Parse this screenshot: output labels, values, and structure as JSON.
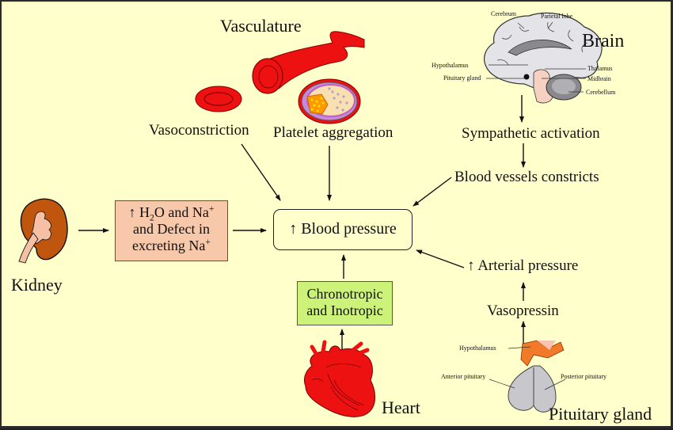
{
  "diagram": {
    "center": {
      "arrow": "↑",
      "label": "Blood pressure"
    },
    "vasculature": {
      "title": "Vasculature",
      "vasoconstriction": "Vasoconstriction",
      "platelet": "Platelet aggregation"
    },
    "brain": {
      "title": "Brain",
      "labels": {
        "cerebrum": "Cerebrum",
        "parietal": "Parietal lobe",
        "hypothalamus": "Hypothalamus",
        "pituitary": "Pituitary gland",
        "thalamus": "Thalamus",
        "midbrain": "Midbrain",
        "cerebellum": "Cerebellum"
      },
      "sympathetic": "Sympathetic activation",
      "vessels": "Blood vessels constricts"
    },
    "kidney": {
      "title": "Kidney",
      "box_line1_prefix": "↑ H",
      "box_line1_sub": "2",
      "box_line1_mid": "O and Na",
      "box_line1_sup": "+",
      "box_line2": "and Defect in",
      "box_line3": "excreting Na",
      "box_line3_sup": "+"
    },
    "heart": {
      "title": "Heart",
      "box_line1": "Chronotropic",
      "box_line2": "and Inotropic"
    },
    "pituitary": {
      "title": "Pituitary gland",
      "hypothalamus": "Hypothalamus",
      "anterior": "Anterior pituitary",
      "posterior": "Posterior pituitary",
      "vasopressin": "Vasopressin",
      "arterial_arrow": "↑",
      "arterial": "Arterial pressure"
    },
    "colors": {
      "background": "#ffffcc",
      "vessel_red": "#ee1111",
      "kidney_brown": "#c0560e",
      "renal_box": "#f7c8aa",
      "heart_box": "#ccf27a",
      "brain_gray": "#e4e4e8",
      "pituitary_gray": "#c8c8cc"
    }
  }
}
